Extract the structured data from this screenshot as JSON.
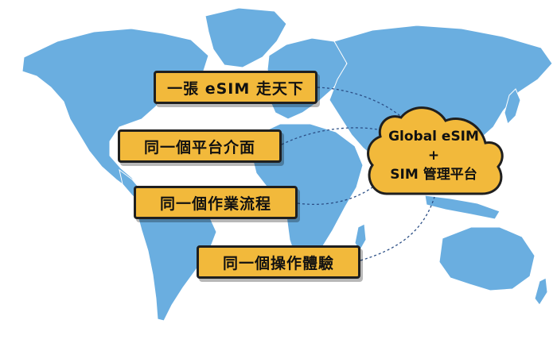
{
  "labels": [
    "一張 eSIM 走天下",
    "同一個平台介面",
    "同一個作業流程",
    "同一個操作體驗"
  ],
  "cloud": {
    "line1": "Global eSIM",
    "line2": "+",
    "line3": "SIM  管理平台"
  },
  "colors": {
    "map": "#6aaee0",
    "label_fill": "#f2b93b",
    "label_border": "#1f1f1f",
    "connector": "#2c4f86"
  }
}
